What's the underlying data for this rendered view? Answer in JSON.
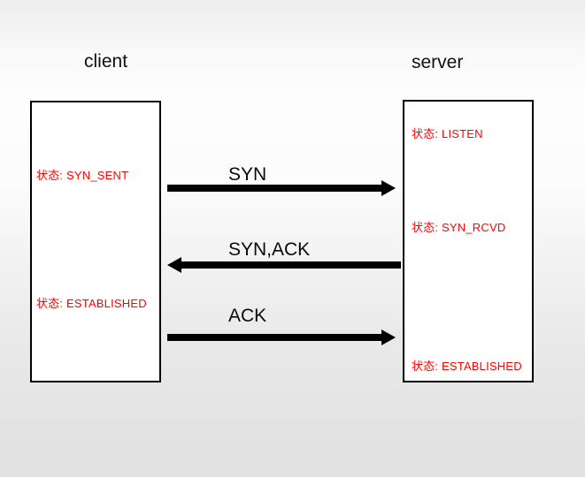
{
  "diagram_type": "tcp-three-way-handshake",
  "client": {
    "title": "client",
    "state_syn_sent": "状态: SYN_SENT",
    "state_established": "状态: ESTABLISHED"
  },
  "server": {
    "title": "server",
    "state_listen": "状态: LISTEN",
    "state_syn_rcvd": "状态: SYN_RCVD",
    "state_established": "状态: ESTABLISHED"
  },
  "messages": {
    "syn": "SYN",
    "syn_ack": "SYN,ACK",
    "ack": "ACK"
  },
  "colors": {
    "state_text": "#ff0000",
    "message_text": "#0a0a0a",
    "arrow": "#000000",
    "box_fill": "#ffffff",
    "box_border": "#000000"
  }
}
